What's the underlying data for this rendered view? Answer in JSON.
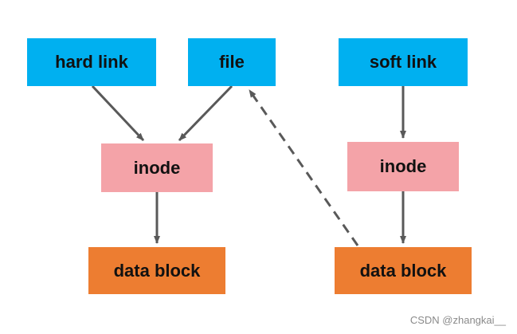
{
  "nodes": {
    "hard_link": "hard link",
    "file": "file",
    "soft_link": "soft link",
    "inode_left": "inode",
    "inode_right": "inode",
    "data_block_left": "data block",
    "data_block_right": "data block"
  },
  "edges": [
    {
      "from": "hard link",
      "to": "inode (left)",
      "style": "solid"
    },
    {
      "from": "file",
      "to": "inode (left)",
      "style": "solid"
    },
    {
      "from": "inode (left)",
      "to": "data block (left)",
      "style": "solid"
    },
    {
      "from": "soft link",
      "to": "inode (right)",
      "style": "solid"
    },
    {
      "from": "inode (right)",
      "to": "data block (right)",
      "style": "solid"
    },
    {
      "from": "data block (right)",
      "to": "file",
      "style": "dashed"
    }
  ],
  "colors": {
    "link_node": "#00b0f0",
    "inode_node": "#f4a3a8",
    "data_node": "#ed7d31",
    "arrow": "#595959"
  },
  "watermark": "CSDN @zhangkai__"
}
